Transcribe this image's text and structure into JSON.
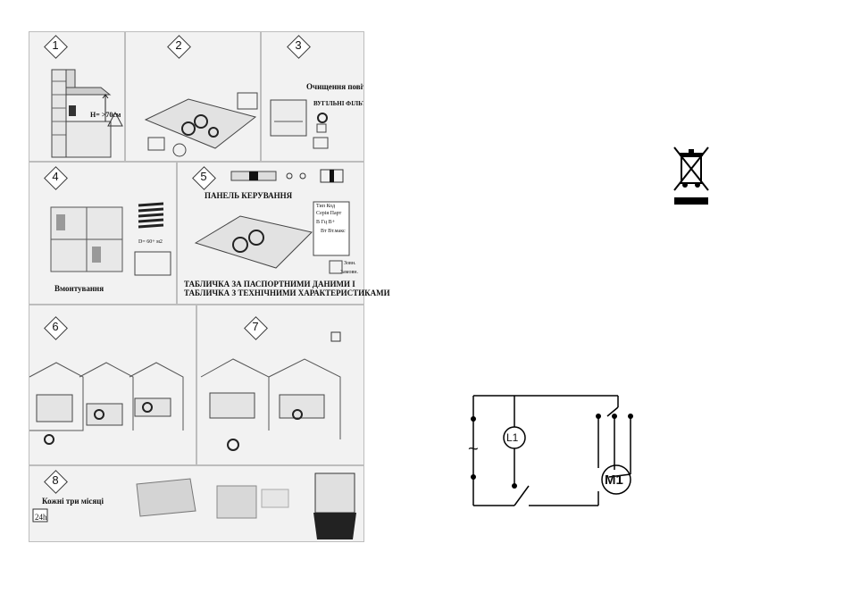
{
  "steps": [
    "1",
    "2",
    "3",
    "4",
    "5",
    "6",
    "7",
    "8"
  ],
  "labels": {
    "height": "H= >70см",
    "air_cleaning": "Очищення повітря",
    "carbon_filters": "ВУГІЛЬНІ ФІЛЬТРИ",
    "control_panel": "ПАНЕЛЬ КЕРУВАННЯ",
    "mounting": "Вмонтування",
    "distance": "D= 60+ м2",
    "nameplate_1": "ТАБЛИЧКА ЗА ПАСПОРТНИМИ ДАНИМИ І",
    "nameplate_2": "ТАБЛИЧКА З ТЕХНІЧНИМИ ХАРАКТЕРИСТИКАМИ",
    "every_three_months": "Кожні три місяці",
    "hours": "24h"
  },
  "table_small": {
    "r1": "Тип     Код",
    "r2": "Серія   Парт",
    "r3": "В   Гц    В+",
    "r4": "Вт  Вт.макс",
    "r5": "Зовн.",
    "r6": "Замовн."
  },
  "circuit": {
    "lamp": "L1",
    "motor": "M1",
    "ac_symbol": "~"
  }
}
